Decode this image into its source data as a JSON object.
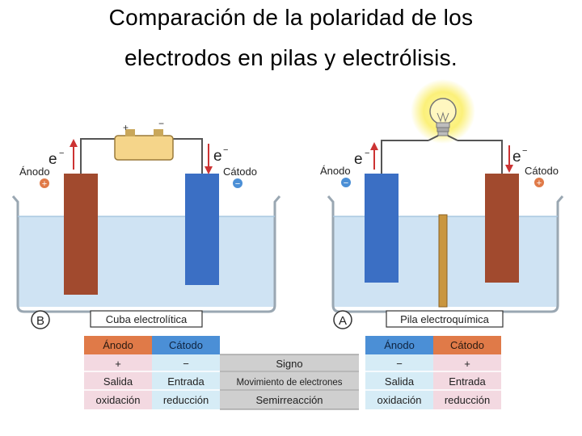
{
  "title": {
    "line1": "Comparación de la polaridad de los",
    "line2": "electrodos en pilas y electrólisis."
  },
  "cell_b": {
    "letter": "B",
    "name": "Cuba electrolítica",
    "anode_label": "Ánodo",
    "cathode_label": "Cátodo",
    "anode_sign": "+",
    "cathode_sign": "−",
    "battery_plus": "+",
    "battery_minus": "−",
    "electron_left": "e",
    "electron_right": "e",
    "electron_sup": "−"
  },
  "cell_a": {
    "letter": "A",
    "name": "Pila electroquímica",
    "anode_label": "Ánodo",
    "cathode_label": "Cátodo",
    "anode_sign": "−",
    "cathode_sign": "+",
    "electron_left": "e",
    "electron_right": "e",
    "electron_sup": "−"
  },
  "table": {
    "left": {
      "headers": [
        "Ánodo",
        "Cátodo"
      ],
      "rows": [
        [
          "+",
          "−"
        ],
        [
          "Salida",
          "Entrada"
        ],
        [
          "oxidación",
          "reducción"
        ]
      ]
    },
    "middle": [
      "Signo",
      "Movimiento de electrones",
      "Semirreacción"
    ],
    "right": {
      "headers": [
        "Ánodo",
        "Cátodo"
      ],
      "rows": [
        [
          "−",
          "+"
        ],
        [
          "Salida",
          "Entrada"
        ],
        [
          "oxidación",
          "reducción"
        ]
      ]
    }
  },
  "colors": {
    "anode_red": "#a14a2e",
    "cathode_blue": "#3b6fc4",
    "solution": "#cfe3f3",
    "orange_header": "#e07a48",
    "blue_header": "#4b8fd6",
    "pink_row": "#f3d9e1",
    "light_blue_row": "#d6ecf6",
    "gray_mid": "#c8c8c8"
  }
}
